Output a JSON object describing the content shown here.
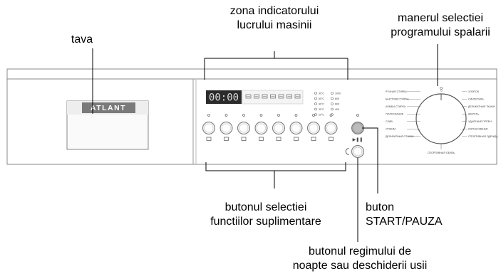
{
  "labels": {
    "tray": "tava",
    "indicator_zone_l1": "zona indicatorului",
    "indicator_zone_l2": "lucrului masinii",
    "program_knob_l1": "manerul selectiei",
    "program_knob_l2": "programului spalarii",
    "extra_buttons_l1": "butonul selectiei",
    "extra_buttons_l2": "functiilor suplimentare",
    "start_l1": "buton",
    "start_l2": "START/PAUZA",
    "night_l1": "butonul regimului de",
    "night_l2": "noapte sau deschiderii usii"
  },
  "display": {
    "brand": "ATLANT",
    "lcd": "00:00",
    "spin_speeds": [
      "1000",
      "800",
      "600",
      "400",
      ""
    ],
    "temps": [
      "90°C",
      "60°C",
      "40°C",
      "30°C",
      "20°C"
    ],
    "play_pause": "▶❚❚",
    "programs_left": [
      "РУЧНАЯ СТИРКА",
      "БЫСТРАЯ СТИРКА",
      "КОМБИ-СТИРКА",
      "ПОЛОСКАНИЕ",
      "СЛИВ",
      "ОТЖИМ",
      "ДЕЛИКАТНЫЙ ОТЖИМ"
    ],
    "programs_right": [
      "ХЛОПОК",
      "СИНТЕТИКА",
      "ДЕЛИКАТНЫЕ ТКАНИ",
      "ШЕРСТЬ",
      "УДАЛЕНИЕ ПЯТЕН",
      "ИНТЕНСИВНАЯ",
      "СПОРТИВНАЯ ОДЕЖДА"
    ],
    "program_bottom": "СПОРТИВНАЯ ОБУВЬ"
  }
}
